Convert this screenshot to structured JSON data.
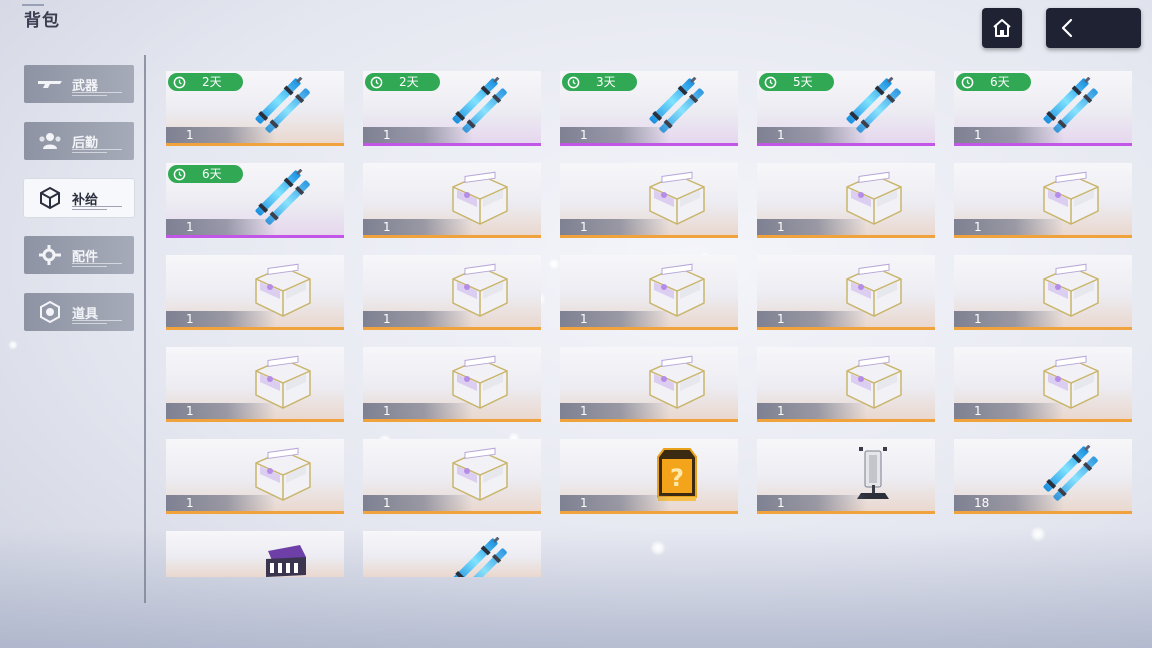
{
  "header": {
    "title": "背包"
  },
  "sidebar": {
    "items": [
      {
        "label": "武器",
        "icon": "rifle-icon",
        "active": false
      },
      {
        "label": "后勤",
        "icon": "people-icon",
        "active": false
      },
      {
        "label": "补给",
        "icon": "cube-icon",
        "active": true
      },
      {
        "label": "配件",
        "icon": "gear-part-icon",
        "active": false
      },
      {
        "label": "道具",
        "icon": "hexagon-icon",
        "active": false
      }
    ]
  },
  "colors": {
    "timer_green": "#30a854",
    "rarity_orange": "#f0a23c",
    "rarity_purple": "#c256e6",
    "dark_button": "#1e2233"
  },
  "items": [
    {
      "type": "syringe",
      "count": "1",
      "rarity": "orange",
      "timer": "2天"
    },
    {
      "type": "syringe",
      "count": "1",
      "rarity": "purple",
      "timer": "2天"
    },
    {
      "type": "syringe",
      "count": "1",
      "rarity": "purple",
      "timer": "3天"
    },
    {
      "type": "syringe",
      "count": "1",
      "rarity": "purple",
      "timer": "5天"
    },
    {
      "type": "syringe",
      "count": "1",
      "rarity": "purple",
      "timer": "6天"
    },
    {
      "type": "syringe",
      "count": "1",
      "rarity": "purple",
      "timer": "6天"
    },
    {
      "type": "supply-crate",
      "count": "1",
      "rarity": "orange",
      "timer": ""
    },
    {
      "type": "supply-crate",
      "count": "1",
      "rarity": "orange",
      "timer": ""
    },
    {
      "type": "supply-crate",
      "count": "1",
      "rarity": "orange",
      "timer": ""
    },
    {
      "type": "supply-crate",
      "count": "1",
      "rarity": "orange",
      "timer": ""
    },
    {
      "type": "supply-crate",
      "count": "1",
      "rarity": "orange",
      "timer": ""
    },
    {
      "type": "supply-crate",
      "count": "1",
      "rarity": "orange",
      "timer": ""
    },
    {
      "type": "supply-crate",
      "count": "1",
      "rarity": "orange",
      "timer": ""
    },
    {
      "type": "supply-crate",
      "count": "1",
      "rarity": "orange",
      "timer": ""
    },
    {
      "type": "supply-crate",
      "count": "1",
      "rarity": "orange",
      "timer": ""
    },
    {
      "type": "supply-crate",
      "count": "1",
      "rarity": "orange",
      "timer": ""
    },
    {
      "type": "supply-crate",
      "count": "1",
      "rarity": "orange",
      "timer": ""
    },
    {
      "type": "supply-crate",
      "count": "1",
      "rarity": "orange",
      "timer": ""
    },
    {
      "type": "supply-crate",
      "count": "1",
      "rarity": "orange",
      "timer": ""
    },
    {
      "type": "supply-crate",
      "count": "1",
      "rarity": "orange",
      "timer": ""
    },
    {
      "type": "supply-crate",
      "count": "1",
      "rarity": "orange",
      "timer": ""
    },
    {
      "type": "supply-crate",
      "count": "1",
      "rarity": "orange",
      "timer": ""
    },
    {
      "type": "mystery-box",
      "count": "1",
      "rarity": "orange",
      "timer": ""
    },
    {
      "type": "target-stand",
      "count": "1",
      "rarity": "orange",
      "timer": ""
    },
    {
      "type": "syringe",
      "count": "18",
      "rarity": "orange",
      "timer": ""
    },
    {
      "type": "purple-device",
      "count": "",
      "rarity": "orange",
      "timer": ""
    },
    {
      "type": "syringe",
      "count": "",
      "rarity": "orange",
      "timer": ""
    }
  ]
}
